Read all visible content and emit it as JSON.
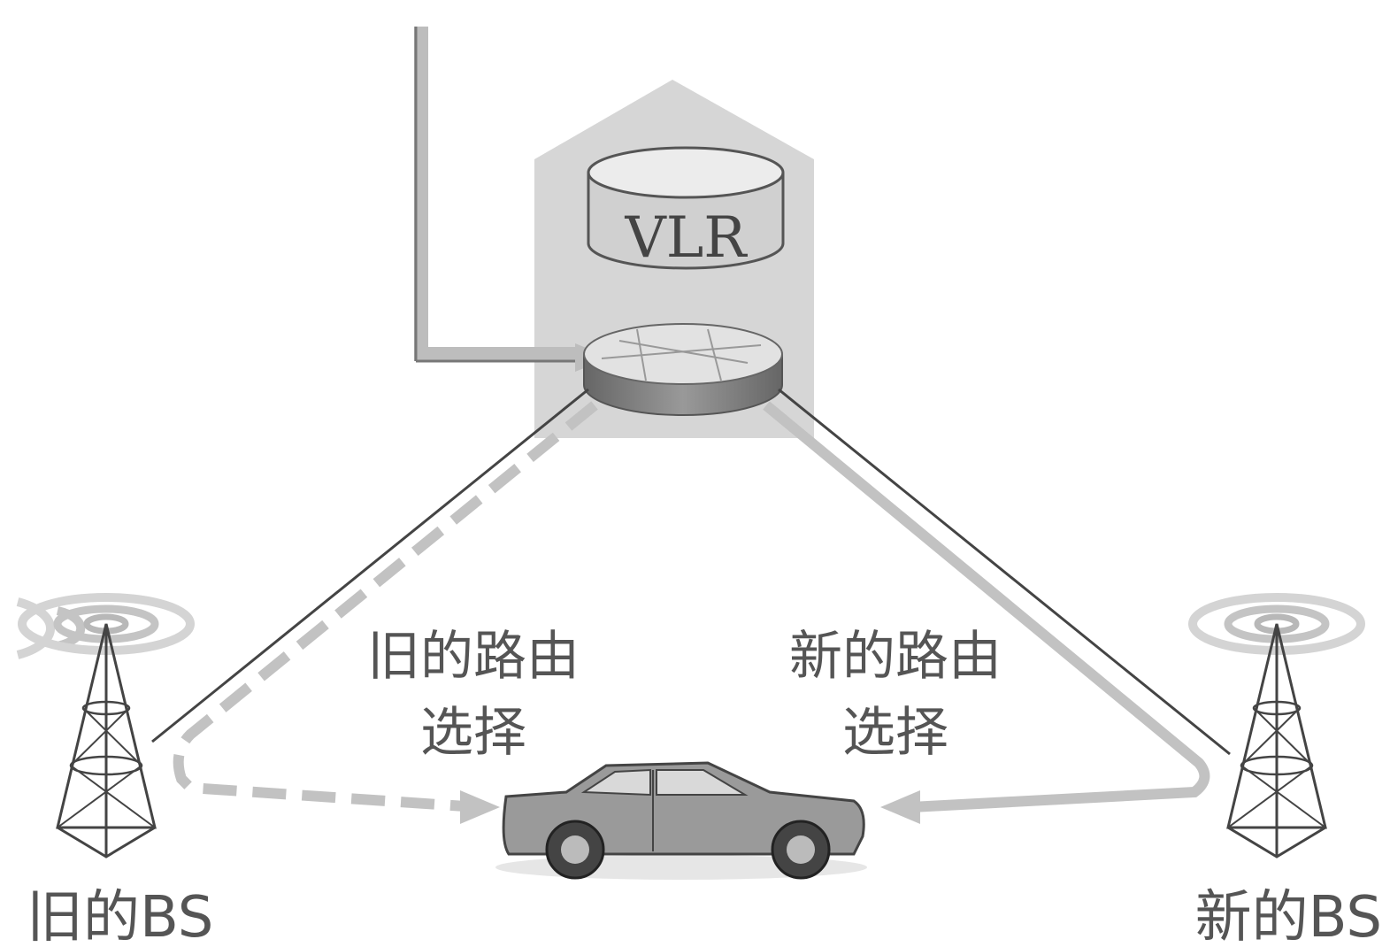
{
  "diagram": {
    "vlr_label": "VLR",
    "old_route_line1": "旧的路由",
    "old_route_line2": "选择",
    "new_route_line1": "新的路由",
    "new_route_line2": "选择",
    "old_bs_label": "旧的BS",
    "new_bs_label": "新的BS"
  },
  "colors": {
    "building": "#d6d6d6",
    "arrow": "#bdbdbd",
    "line": "#444444",
    "car": "#9a9a9a",
    "text": "#555555"
  }
}
